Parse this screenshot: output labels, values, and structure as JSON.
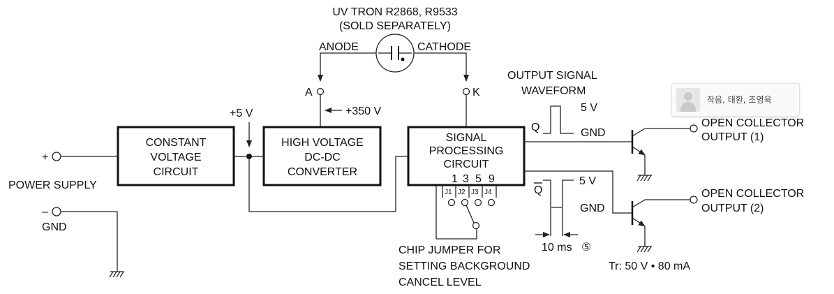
{
  "tube": {
    "label_line1": "UV TRON R2868, R9533",
    "label_line2": "(SOLD SEPARATELY)",
    "anode": "ANODE",
    "cathode": "CATHODE",
    "pin_a": "A",
    "pin_k": "K"
  },
  "blocks": {
    "constant_voltage": [
      "CONSTANT",
      "VOLTAGE",
      "CIRCUIT"
    ],
    "dcdc": [
      "HIGH VOLTAGE",
      "DC-DC",
      "CONVERTER"
    ],
    "signal": [
      "SIGNAL",
      "PROCESSING",
      "CIRCUIT"
    ]
  },
  "power": {
    "plus": "+",
    "minus": "–",
    "label": "POWER SUPPLY",
    "gnd": "GND",
    "v5": "+5 V",
    "hv": "+350 V"
  },
  "waveform": {
    "title_line1": "OUTPUT SIGNAL",
    "title_line2": "WAVEFORM",
    "q": "Q",
    "qbar": "Q",
    "v5": "5 V",
    "gnd": "GND",
    "pulse_width": "10 ms",
    "note_mark": "⑤"
  },
  "outputs": {
    "out1_line1": "OPEN COLLECTOR",
    "out1_line2": "OUTPUT (1)",
    "out2_line1": "OPEN COLLECTOR",
    "out2_line2": "OUTPUT (2)",
    "transistor_rating": "Tr: 50 V • 80 mA"
  },
  "jumper": {
    "numbers": [
      "1",
      "3",
      "5",
      "9"
    ],
    "labels": [
      "J1",
      "J2",
      "J3",
      "J4"
    ],
    "caption": [
      "CHIP JUMPER FOR",
      "SETTING BACKGROUND",
      "CANCEL LEVEL"
    ]
  },
  "profile_tag": {
    "names": "작음, 태환, 조영욱"
  }
}
